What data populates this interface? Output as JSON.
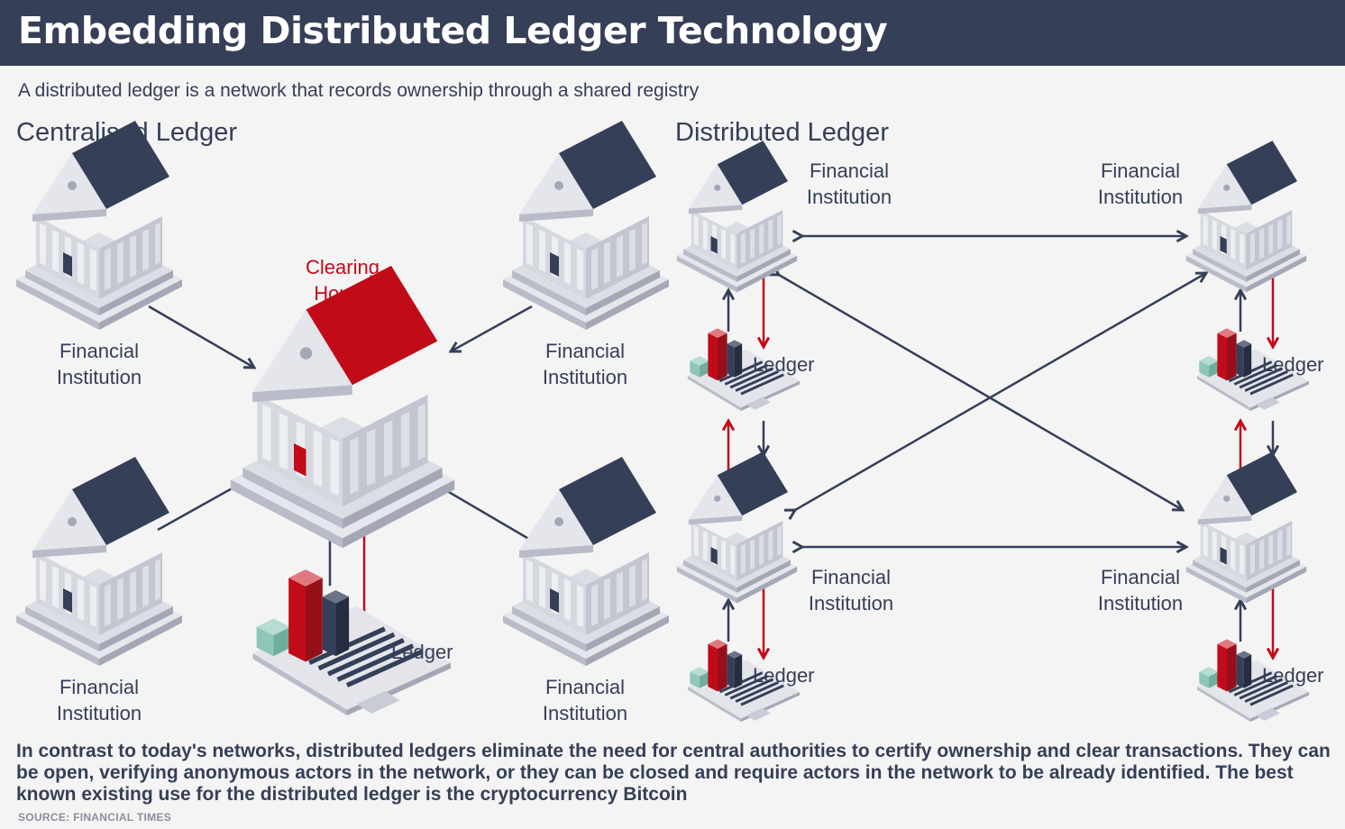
{
  "title": "Embedding Distributed Ledger Technology",
  "subtitle": "A distributed ledger is a network that records ownership through a shared registry",
  "centralised": {
    "heading": "Centralised Ledger",
    "clearing_house": "Clearing\nHouse",
    "institution_label": "Financial\nInstitution",
    "ledger_label": "Ledger"
  },
  "distributed": {
    "heading": "Distributed Ledger",
    "institution_label": "Financial\nInstitution",
    "ledger_label": "Ledger"
  },
  "footer": "In contrast to today's networks, distributed ledgers eliminate the need for central authorities to certify ownership and clear transactions. They can be open, verifying anonymous actors in the network, or they can be closed and require actors in the network to be already identified. The best known existing use for the distributed ledger is the cryptocurrency Bitcoin",
  "source": "SOURCE: FINANCIAL TIMES",
  "colors": {
    "navy": "#353f57",
    "red": "#c20b18",
    "teal": "#8ec7b8",
    "building": "#c9ccd6"
  }
}
